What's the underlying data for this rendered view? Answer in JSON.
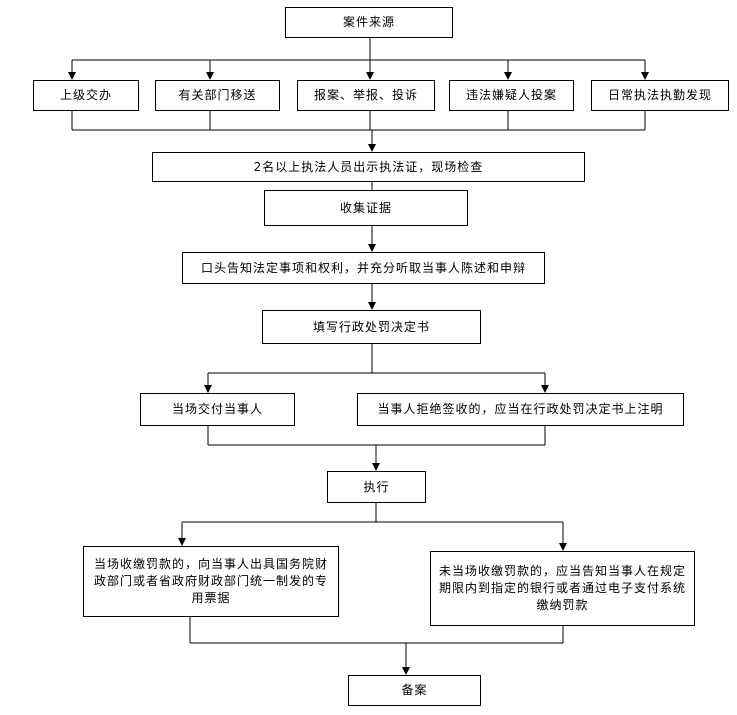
{
  "nodes": {
    "source": "案件来源",
    "superior": "上级交办",
    "transfer": "有关部门移送",
    "report": "报案、举报、投诉",
    "confession": "违法嫌疑人投案",
    "daily": "日常执法执勤发现",
    "inspect": "2名以上执法人员出示执法证，现场检查",
    "evidence": "收集证据",
    "inform": "口头告知法定事项和权利，并充分听取当事人陈述和申辩",
    "decision": "填写行政处罚决定书",
    "deliver": "当场交付当事人",
    "refuse": "当事人拒绝签收的，应当在行政处罚决定书上注明",
    "execute": "执行",
    "onsite_pay": "当场收缴罚款的，向当事人出具国务院财政部门或者省政府财政部门统一制发的专用票据",
    "offsite_pay": "未当场收缴罚款的，应当告知当事人在规定期限内到指定的银行或者通过电子支付系统缴纳罚款",
    "archive": "备案"
  }
}
